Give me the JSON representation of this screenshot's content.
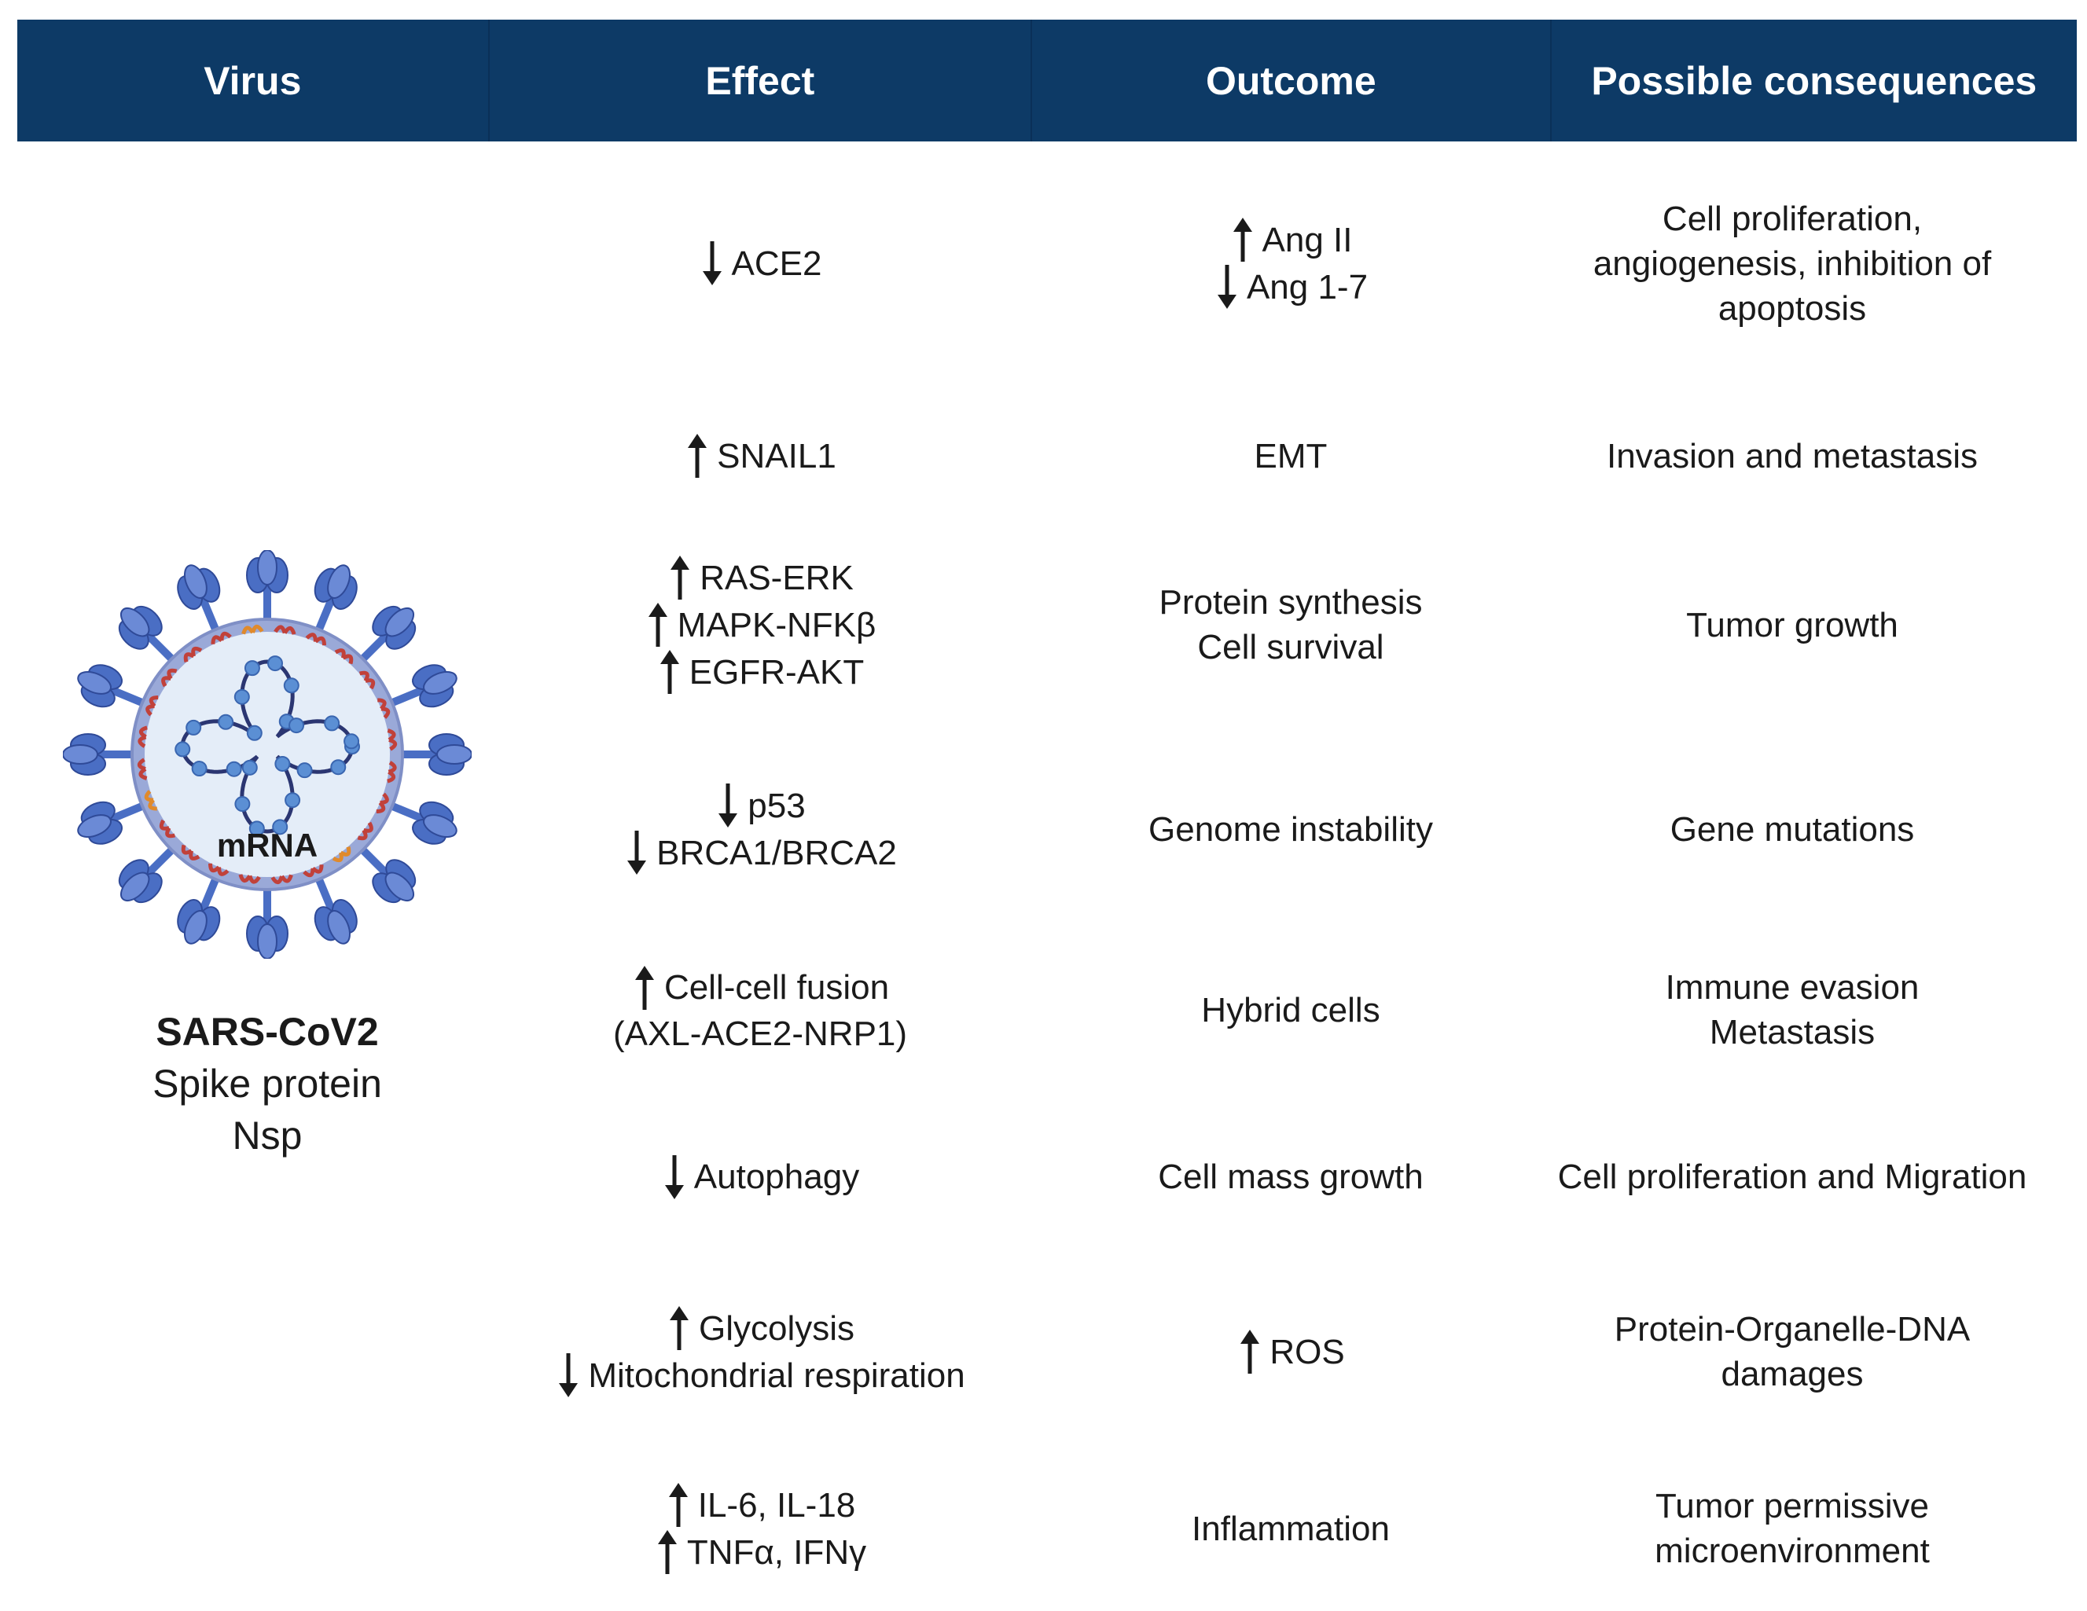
{
  "header": {
    "columns": [
      "Virus",
      "Effect",
      "Outcome",
      "Possible consequences"
    ]
  },
  "virus": {
    "graphic_label": "mRNA",
    "name": "SARS-CoV2",
    "components": [
      "Spike protein",
      "Nsp"
    ]
  },
  "colors": {
    "header_bg": "#0d3a66",
    "header_text": "#ffffff",
    "virus_spike": "#4a6ec4",
    "virus_membrane": "#9aa9d8",
    "virus_inner": "#e4edf8",
    "virus_rna": "#2b3672",
    "virus_nodes": "#5b8fd4",
    "virus_protein": "#c1413a"
  },
  "rows": [
    {
      "effect": [
        {
          "dir": "down",
          "text": "ACE2"
        }
      ],
      "outcome": [
        {
          "dir": "up",
          "text": "Ang II"
        },
        {
          "dir": "down",
          "text": "Ang 1-7"
        }
      ],
      "consequences": [
        "Cell proliferation,",
        "angiogenesis, inhibition of",
        "apoptosis"
      ]
    },
    {
      "effect": [
        {
          "dir": "up",
          "text": "SNAIL1"
        }
      ],
      "outcome": [
        {
          "dir": "",
          "text": "EMT"
        }
      ],
      "consequences": [
        "Invasion and metastasis"
      ]
    },
    {
      "effect": [
        {
          "dir": "up",
          "text": "RAS-ERK"
        },
        {
          "dir": "up",
          "text": "MAPK-NFKβ"
        },
        {
          "dir": "up",
          "text": "EGFR-AKT"
        }
      ],
      "outcome": [
        {
          "dir": "",
          "text": "Protein synthesis"
        },
        {
          "dir": "",
          "text": "Cell survival"
        }
      ],
      "consequences": [
        "Tumor growth"
      ]
    },
    {
      "effect": [
        {
          "dir": "down",
          "text": "p53"
        },
        {
          "dir": "down",
          "text": "BRCA1/BRCA2"
        }
      ],
      "outcome": [
        {
          "dir": "",
          "text": "Genome instability"
        }
      ],
      "consequences": [
        "Gene mutations"
      ]
    },
    {
      "effect": [
        {
          "dir": "up",
          "text": "Cell-cell fusion"
        },
        {
          "dir": "",
          "text": "(AXL-ACE2-NRP1)"
        }
      ],
      "outcome": [
        {
          "dir": "",
          "text": "Hybrid cells"
        }
      ],
      "consequences": [
        "Immune evasion",
        "Metastasis"
      ]
    },
    {
      "effect": [
        {
          "dir": "down",
          "text": "Autophagy"
        }
      ],
      "outcome": [
        {
          "dir": "",
          "text": "Cell mass growth"
        }
      ],
      "consequences": [
        "Cell proliferation and Migration"
      ]
    },
    {
      "effect": [
        {
          "dir": "up",
          "text": "Glycolysis"
        },
        {
          "dir": "down",
          "text": "Mitochondrial respiration"
        }
      ],
      "outcome": [
        {
          "dir": "up",
          "text": "ROS"
        }
      ],
      "consequences": [
        "Protein-Organelle-DNA",
        "damages"
      ]
    },
    {
      "effect": [
        {
          "dir": "up",
          "text": "IL-6, IL-18"
        },
        {
          "dir": "up",
          "text": "TNFα, IFNγ"
        }
      ],
      "outcome": [
        {
          "dir": "",
          "text": "Inflammation"
        }
      ],
      "consequences": [
        "Tumor permissive",
        "microenvironment"
      ]
    }
  ]
}
